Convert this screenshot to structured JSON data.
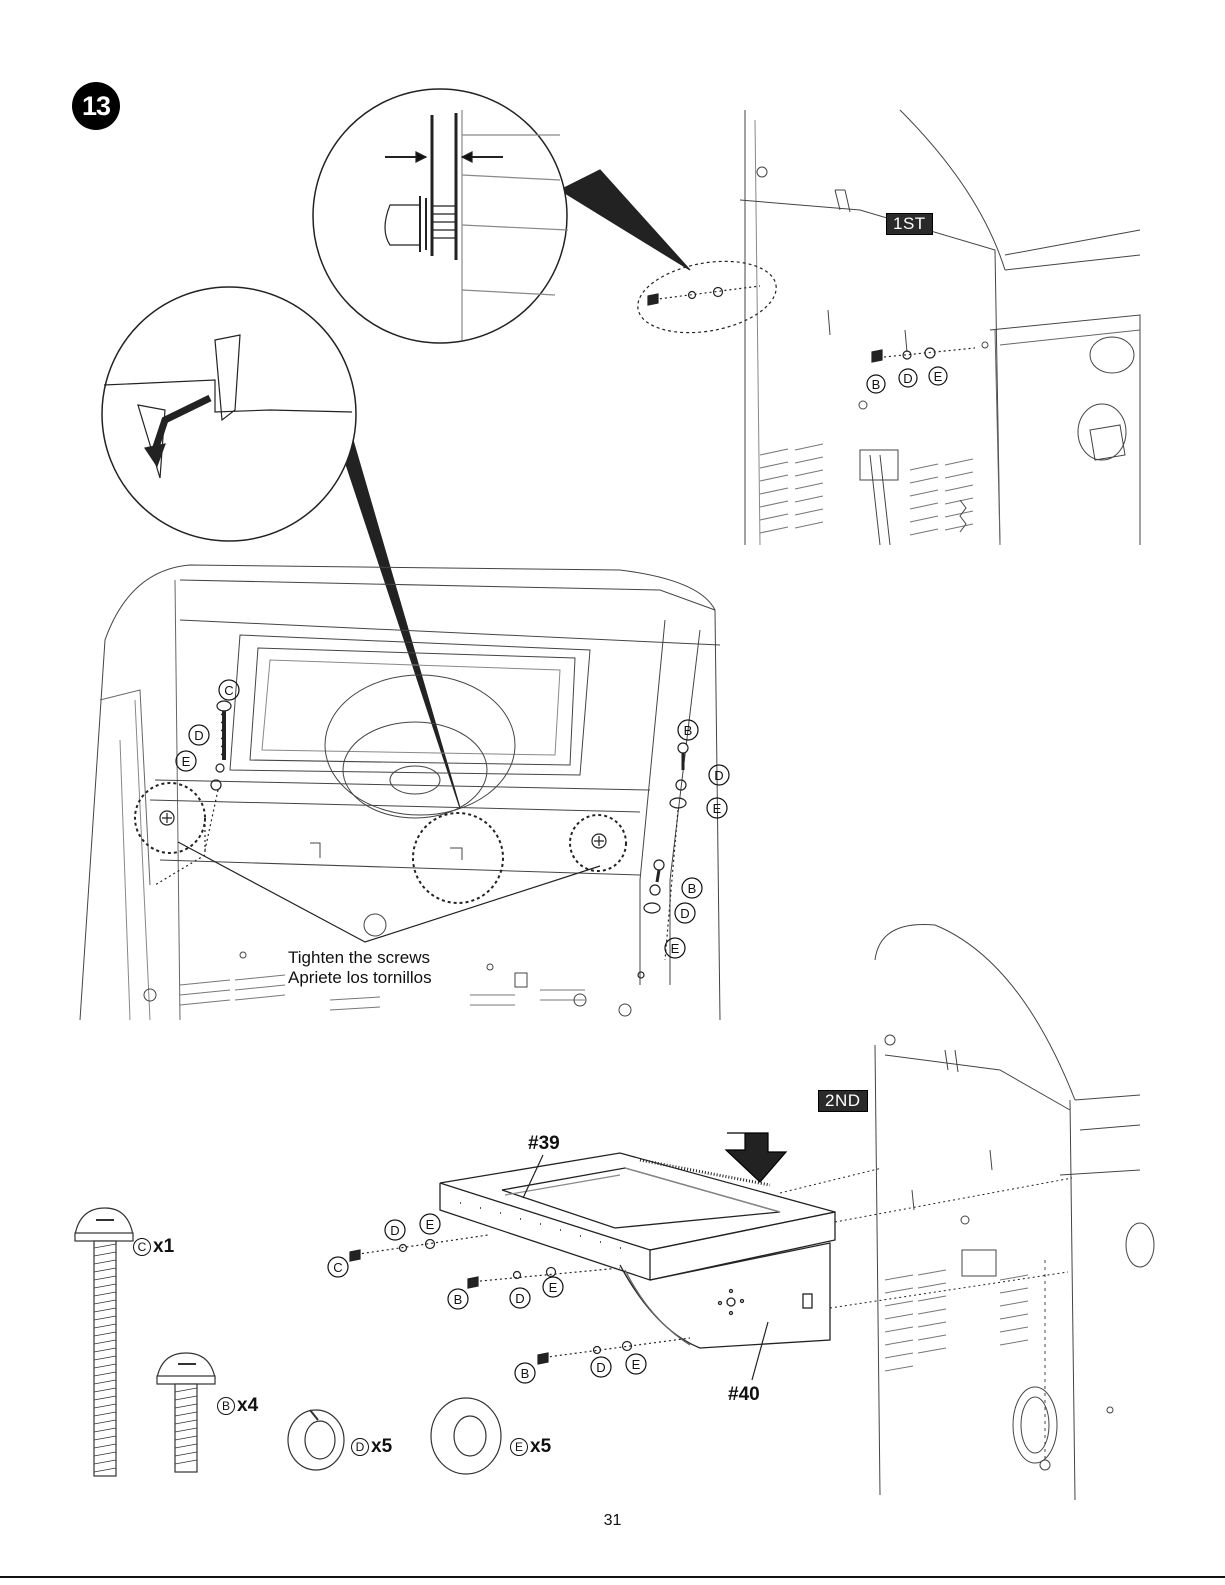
{
  "step": {
    "number": "13"
  },
  "stage_labels": {
    "first": "1ST",
    "second": "2ND"
  },
  "callout": {
    "line1": "Tighten the screws",
    "line2": "Apriete los tornillos"
  },
  "part_numbers": {
    "side_shelf": "#39",
    "bracket": "#40"
  },
  "hardware_letters": [
    "B",
    "C",
    "D",
    "E"
  ],
  "hardware": [
    {
      "letter": "C",
      "qty": "x1"
    },
    {
      "letter": "B",
      "qty": "x4"
    },
    {
      "letter": "D",
      "qty": "x5"
    },
    {
      "letter": "E",
      "qty": "x5"
    }
  ],
  "page_number": "31"
}
